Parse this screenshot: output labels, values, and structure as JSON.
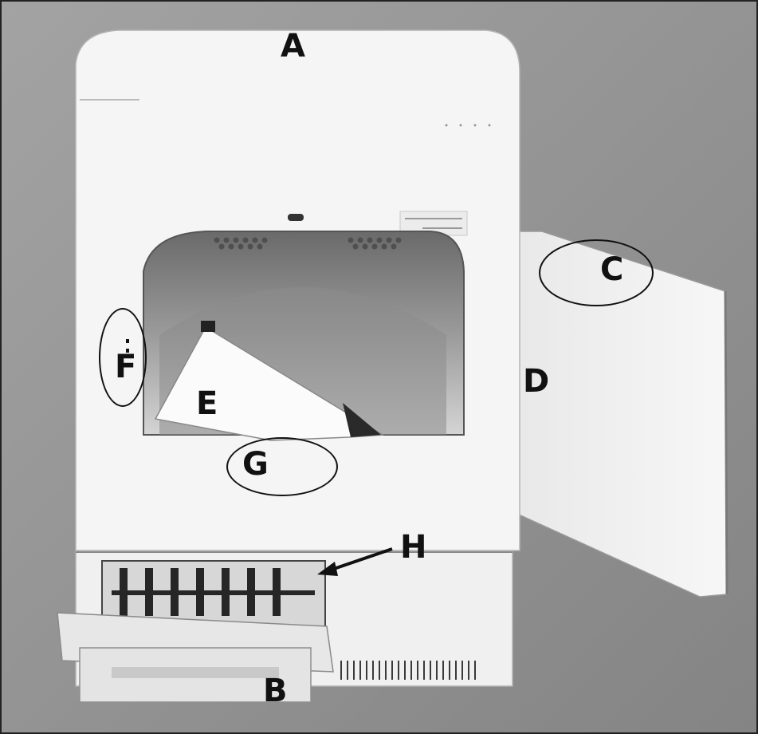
{
  "labels": {
    "a": "A",
    "b": "B",
    "c": "C",
    "d": "D",
    "e": "E",
    "f": "F",
    "g": "G",
    "h": "H"
  },
  "colors": {
    "background": "#8f8f8f",
    "printer_body": "#f4f4f4",
    "label_ink": "#111111"
  }
}
